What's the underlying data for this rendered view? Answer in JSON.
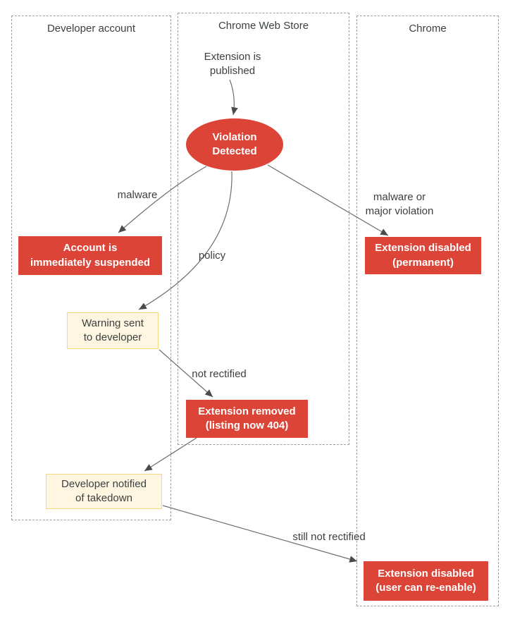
{
  "colors": {
    "node_red": "#db4437",
    "node_red_text": "#ffffff",
    "node_cream_fill": "#fef6e0",
    "node_cream_border": "#f4d77e",
    "text_gray": "#3c4043",
    "lane_border_gray": "#9e9e9e",
    "arrow_gray": "#6d6d6d"
  },
  "lanes": [
    {
      "title": "Developer account"
    },
    {
      "title": "Chrome Web Store"
    },
    {
      "title": "Chrome"
    }
  ],
  "nodes": {
    "published": {
      "label": "Extension is\npublished"
    },
    "violation": {
      "label": "Violation\nDetected"
    },
    "account_suspended": {
      "label": "Account is\nimmediately suspended"
    },
    "warning_sent": {
      "label": "Warning sent\nto developer"
    },
    "disabled_permanent": {
      "label": "Extension disabled\n(permanent)"
    },
    "extension_removed": {
      "label": "Extension removed\n(listing now 404)"
    },
    "developer_notified": {
      "label": "Developer notified\nof takedown"
    },
    "disabled_reenable": {
      "label": "Extension disabled\n(user can re-enable)"
    }
  },
  "edge_labels": {
    "malware": "malware",
    "policy": "policy",
    "malware_or_major": "malware or\nmajor violation",
    "not_rectified": "not rectified",
    "still_not_rectified": "still not rectified"
  }
}
